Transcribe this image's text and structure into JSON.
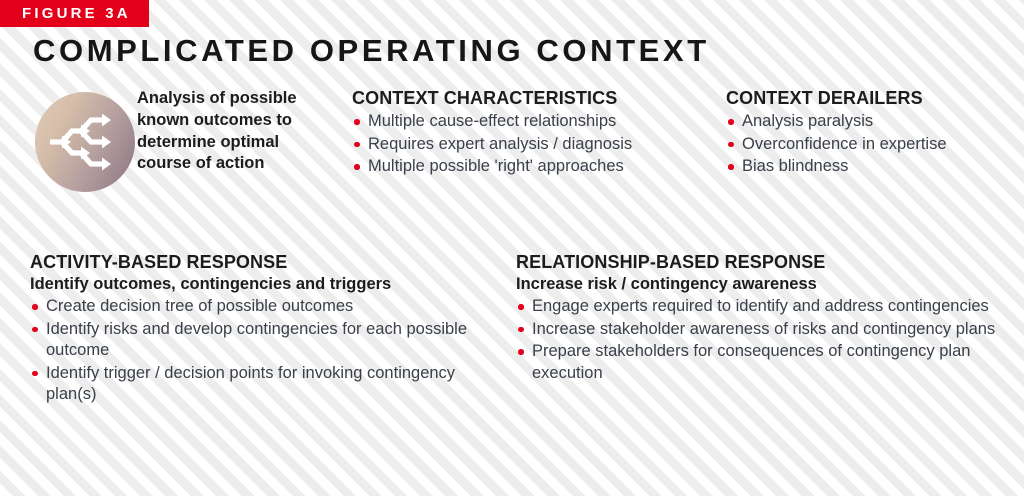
{
  "figure": {
    "badge_label": "FIGURE 3A",
    "title": "COMPLICATED OPERATING CONTEXT",
    "badge_color": "#e3001b",
    "bullet_color": "#e3001b",
    "text_color": "#3a4049",
    "heading_color": "#1c1c1c",
    "background_color": "#f4f4f4",
    "stripe_color": "#ededed"
  },
  "icon_block": {
    "icon_name": "branching-arrows-icon",
    "gradient_from": "#e0cdbb",
    "gradient_to": "#8a7481",
    "caption": "Analysis of possible known outcomes to determine optimal course of action"
  },
  "context_characteristics": {
    "heading": "CONTEXT CHARACTERISTICS",
    "items": [
      "Multiple cause-effect relationships",
      "Requires expert analysis / diagnosis",
      "Multiple possible 'right' approaches"
    ]
  },
  "context_derailers": {
    "heading": "CONTEXT DERAILERS",
    "items": [
      "Analysis paralysis",
      "Overconfidence in expertise",
      "Bias blindness"
    ]
  },
  "activity_based_response": {
    "heading": "ACTIVITY-BASED RESPONSE",
    "subheading": "Identify outcomes, contingencies and triggers",
    "items": [
      "Create decision tree of possible outcomes",
      "Identify risks and develop contingencies for each possible outcome",
      "Identify trigger / decision points for invoking contingency plan(s)"
    ]
  },
  "relationship_based_response": {
    "heading": "RELATIONSHIP-BASED RESPONSE",
    "subheading": "Increase risk / contingency awareness",
    "items": [
      "Engage experts required to identify and address contingencies",
      "Increase stakeholder awareness of risks and contingency plans",
      "Prepare stakeholders for consequences of contingency plan execution"
    ]
  }
}
